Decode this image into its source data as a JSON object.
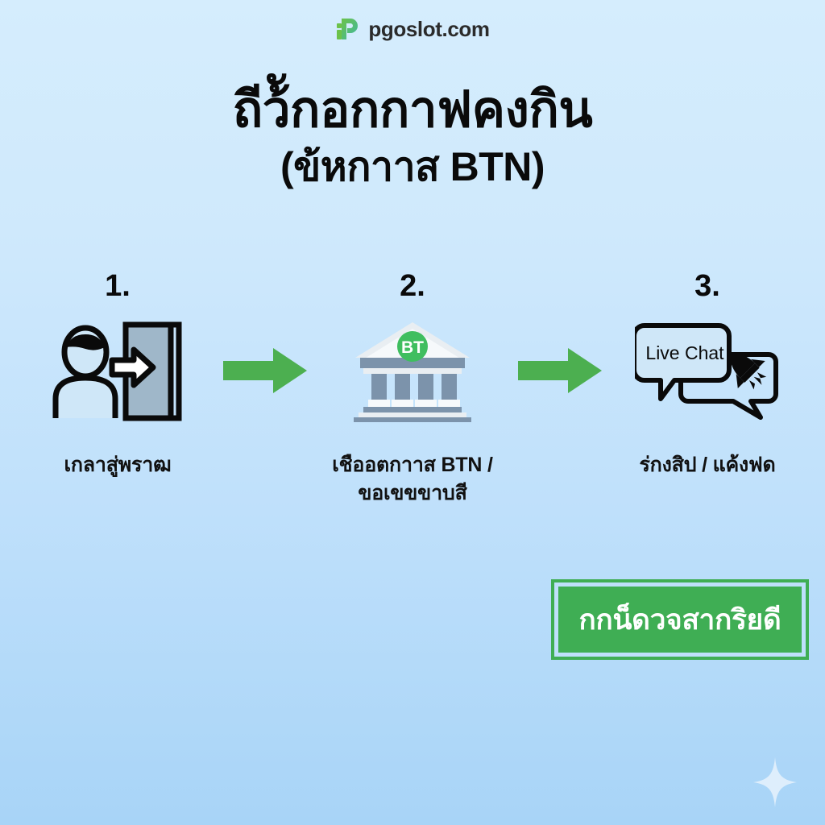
{
  "brand": {
    "name": "pgoslot.com",
    "logo_icon": "pgoslot-p-logo-icon"
  },
  "heading": {
    "title": "ถีว้ักอกกาฟคงกิน",
    "subtitle": "(ข้หกาาส BTN)"
  },
  "steps": [
    {
      "number": "1.",
      "icon": "login-door-person-icon",
      "caption_line1": "เกลาสู่พราฒ",
      "caption_line2": ""
    },
    {
      "number": "2.",
      "icon": "bank-building-icon",
      "bank_badge": "BT",
      "caption_line1": "เชืออตกาาส BTN /",
      "caption_line2": "ขอเขขขาบสี"
    },
    {
      "number": "3.",
      "icon": "live-chat-bubbles-rocket-icon",
      "bubble_text": "Live Chat",
      "caption_line1": "ร่กงสิป / แค้งฟด",
      "caption_line2": ""
    }
  ],
  "arrows": [
    {
      "icon": "right-arrow-icon"
    },
    {
      "icon": "right-arrow-icon"
    }
  ],
  "badge": {
    "text": "กกน็ดวจสากริยดี"
  },
  "decoration": {
    "sparkle_icon": "four-point-star-sparkle-icon"
  },
  "colors": {
    "accent_green": "#3fae54",
    "arrow_green": "#4caf50",
    "background_top": "#d5edfd",
    "background_bottom": "#a8d4f7",
    "text_dark": "#0a0a0a",
    "badge_text": "#ffffff",
    "bank_slate": "#7c93ab"
  }
}
